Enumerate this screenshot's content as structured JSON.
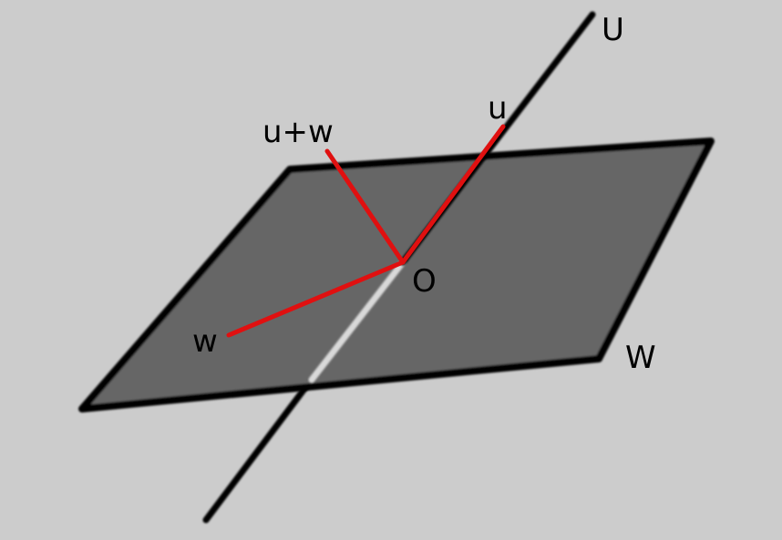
{
  "colors": {
    "background": "#cccccc",
    "plane_fill": "#666666",
    "plane_edge": "#000000",
    "line": "#000000",
    "hidden_segment": "#d9d9d9",
    "vector": "#e01010"
  },
  "labels": {
    "line_U": "U",
    "plane_W": "W",
    "origin": "O",
    "vector_u": "u",
    "vector_w": "w",
    "vector_sum": "u+w"
  }
}
